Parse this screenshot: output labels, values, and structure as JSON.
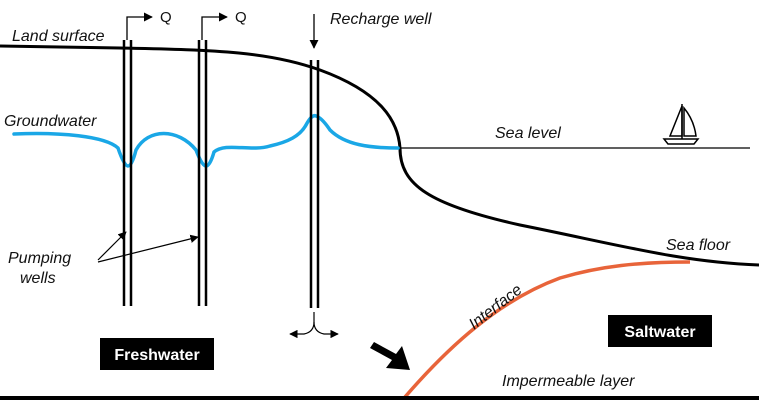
{
  "labels": {
    "land_surface": "Land surface",
    "recharge_well": "Recharge well",
    "groundwater": "Groundwater",
    "sea_level": "Sea level",
    "sea_floor": "Sea floor",
    "pumping_wells_line1": "Pumping",
    "pumping_wells_line2": "wells",
    "interface": "Interface",
    "impermeable_layer": "Impermeable layer",
    "freshwater": "Freshwater",
    "saltwater": "Saltwater",
    "q1": "Q",
    "q2": "Q"
  },
  "colors": {
    "groundwater": "#1aa7e6",
    "interface": "#e8643a",
    "lines": "#000000",
    "box": "#000000"
  },
  "icons": {
    "sailboat": "sailboat-icon",
    "flow_arrow": "thick-arrow-icon"
  }
}
